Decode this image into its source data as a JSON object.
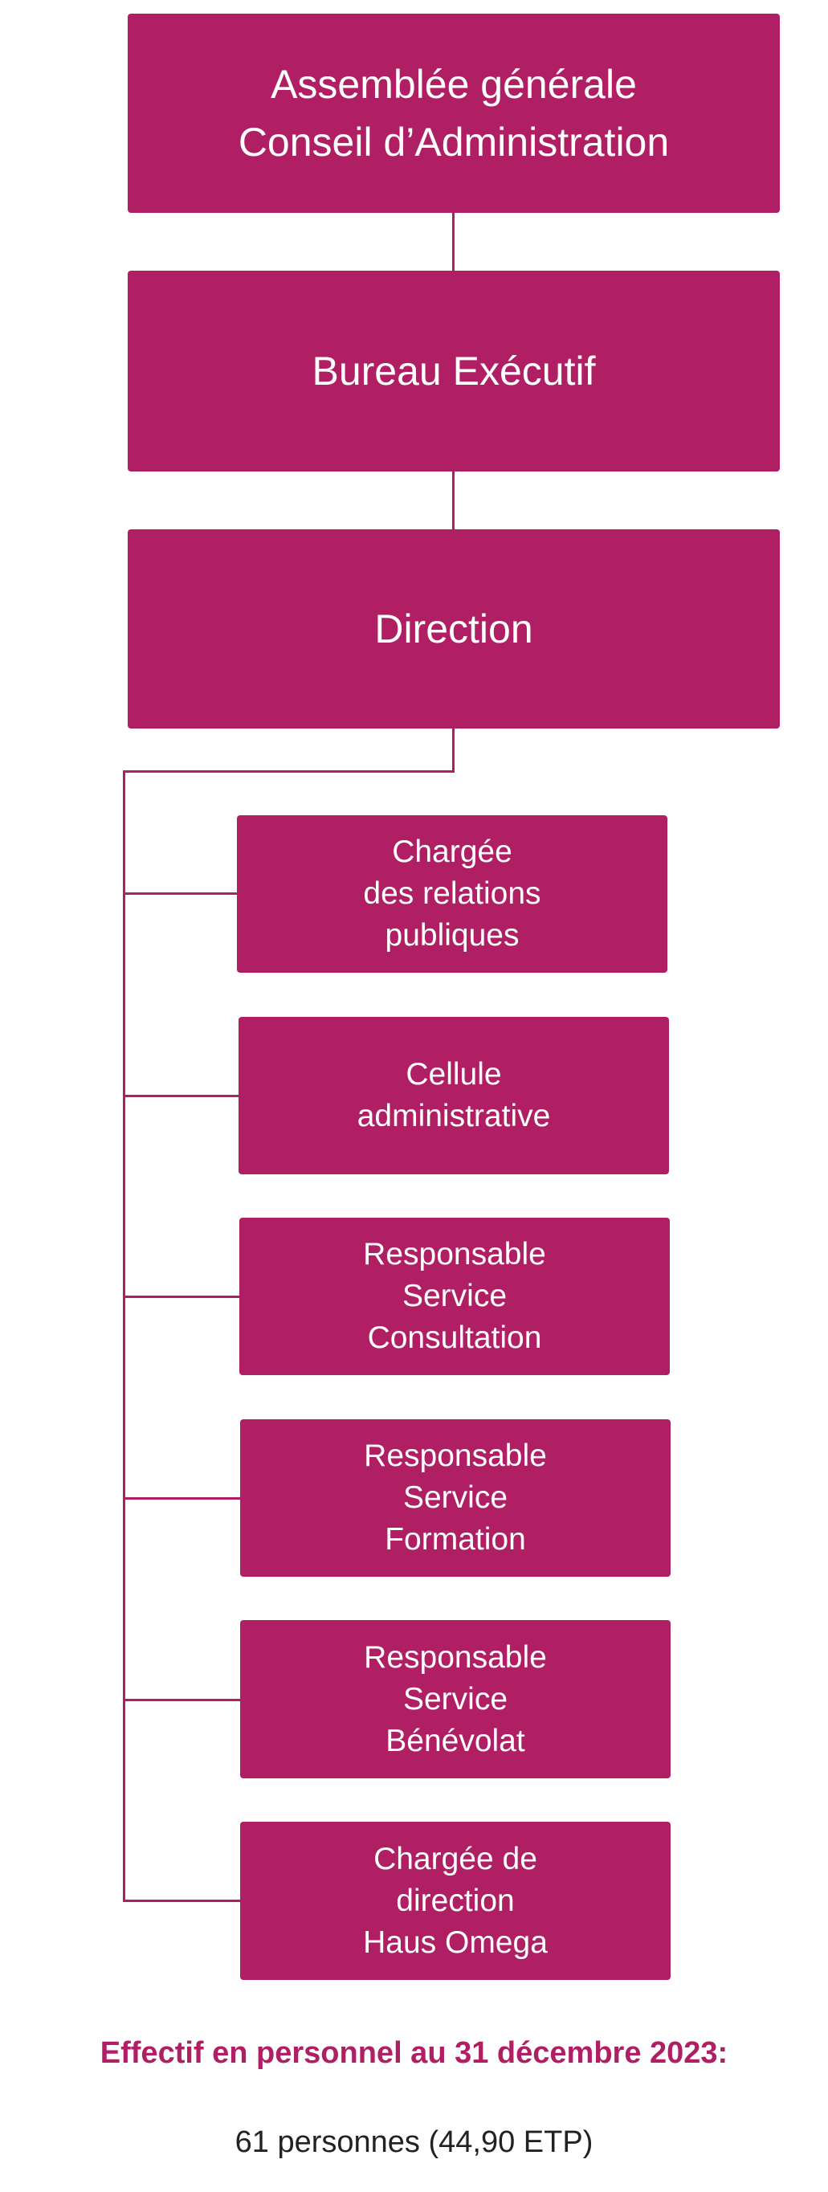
{
  "colors": {
    "box": "#b01e64",
    "box_text": "#ffffff",
    "connector": "#b01e64",
    "footer_title": "#b01e64",
    "footer_text": "#222222"
  },
  "hierarchy": {
    "general_assembly": "Assemblée générale\nConseil  d’Administration",
    "executive_bureau": "Bureau Exécutif",
    "direction": "Direction"
  },
  "units": [
    "Chargée\ndes relations\npubliques",
    "Cellule\nadministrative",
    "Responsable\nService\nConsultation",
    "Responsable\nService\nFormation",
    "Responsable\nService\nBénévolat",
    "Chargée de\ndirection\nHaus Omega"
  ],
  "footer": {
    "title": "Effectif en personnel au 31 décembre 2023:",
    "value": "61 personnes (44,90 ETP)"
  }
}
